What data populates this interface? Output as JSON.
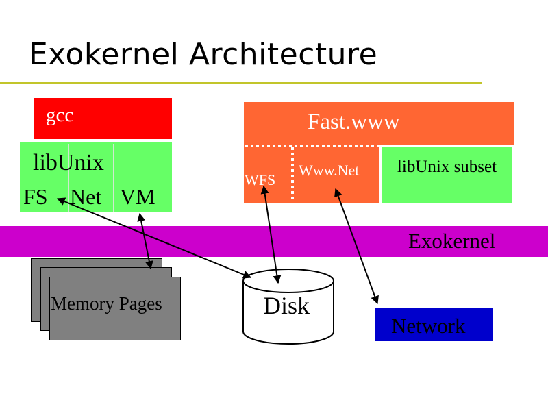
{
  "slide": {
    "title": "Exokernel Architecture",
    "colors": {
      "title_rule": "#c2c52a",
      "gcc": "#ff0000",
      "library": "#66ff66",
      "fast_www": "#ff6633",
      "exokernel": "#cc00cc",
      "memory_pages": "#808080",
      "network": "#0000cc"
    }
  },
  "app_left": {
    "gcc_label": "gcc",
    "lib_label": "libUnix",
    "components": [
      "FS",
      "Net",
      "VM"
    ]
  },
  "app_right": {
    "fast_label": "Fast.www",
    "wfs_label": "WFS",
    "wwwnet_label": "Www.Net",
    "libunix_subset_label": "libUnix subset"
  },
  "kernel": {
    "label": "Exokernel"
  },
  "resources": {
    "memory_label": "Memory Pages",
    "disk_label": "Disk",
    "network_label": "Network"
  }
}
